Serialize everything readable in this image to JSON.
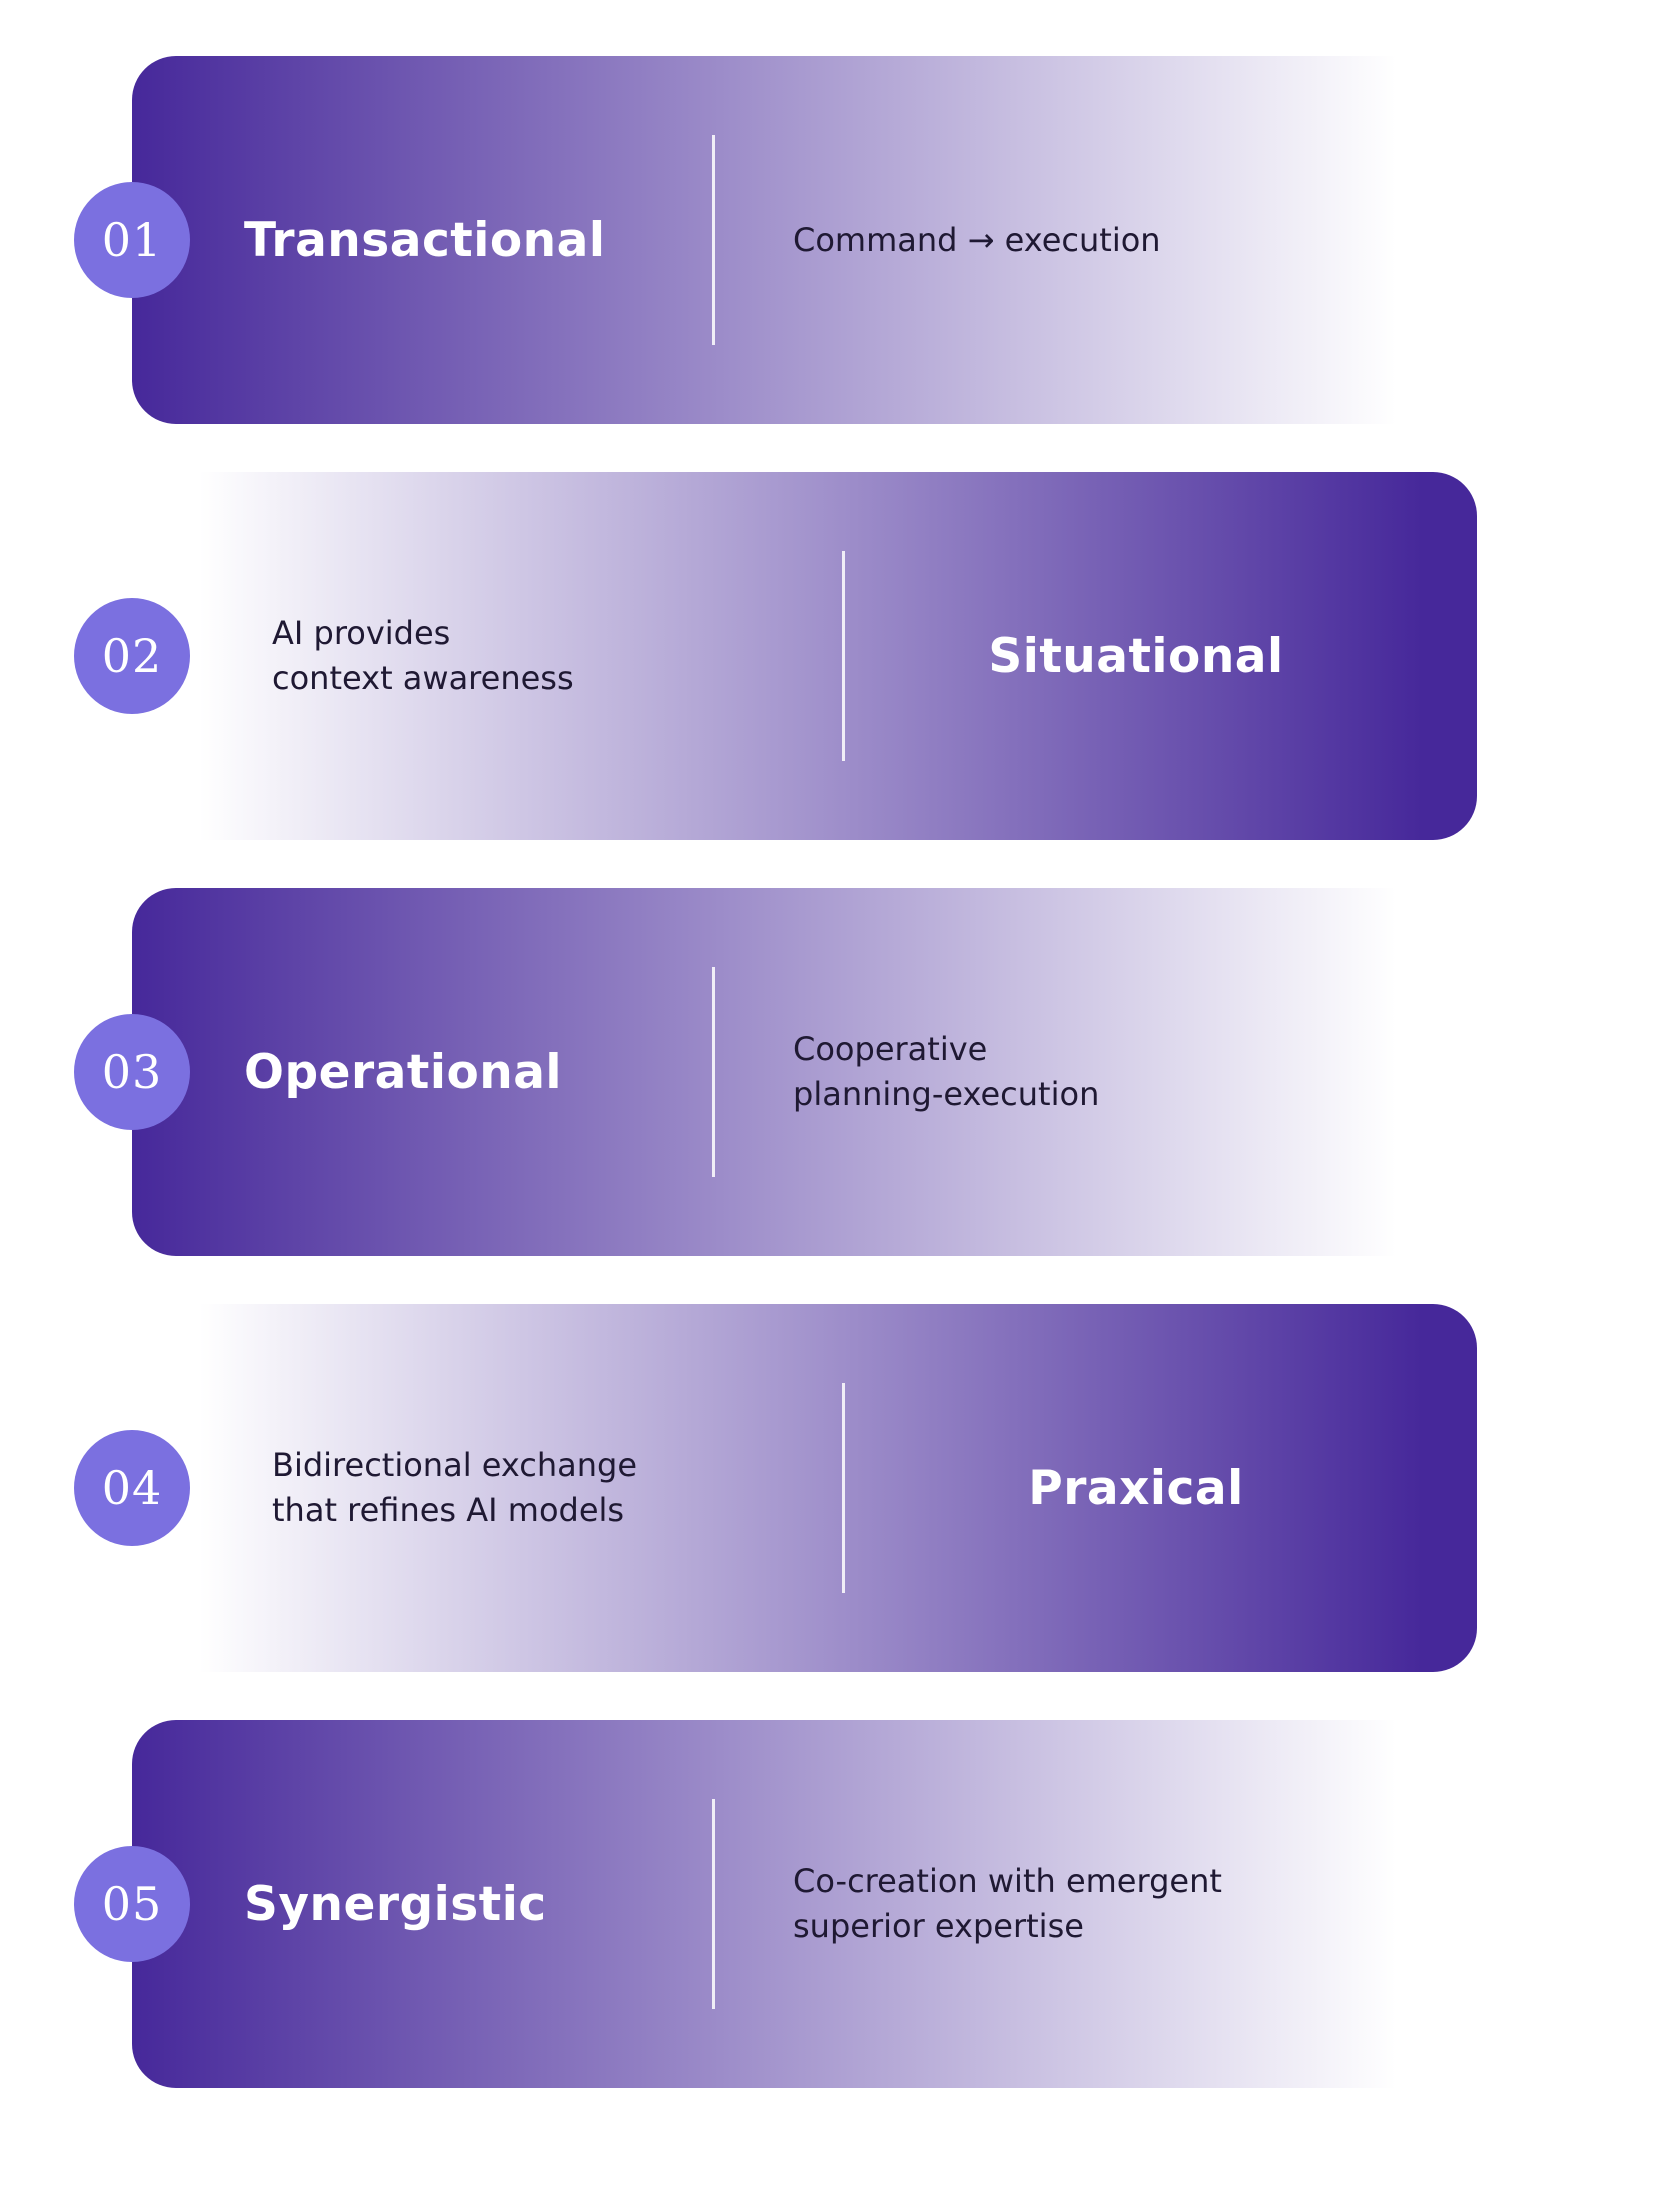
{
  "page": {
    "background": "#ffffff"
  },
  "colors": {
    "purple": "#46289a",
    "badge": "#7b70e0",
    "ink": "#1f1933"
  },
  "rows": [
    {
      "number": "01",
      "title": "Transactional",
      "description": "Command → execution"
    },
    {
      "number": "02",
      "title": "Situational",
      "description": "AI provides\ncontext awareness"
    },
    {
      "number": "03",
      "title": "Operational",
      "description": "Cooperative\nplanning-execution"
    },
    {
      "number": "04",
      "title": "Praxical",
      "description": "Bidirectional exchange\nthat refines AI models"
    },
    {
      "number": "05",
      "title": "Synergistic",
      "description": "Co-creation with emergent\nsuperior expertise"
    }
  ]
}
